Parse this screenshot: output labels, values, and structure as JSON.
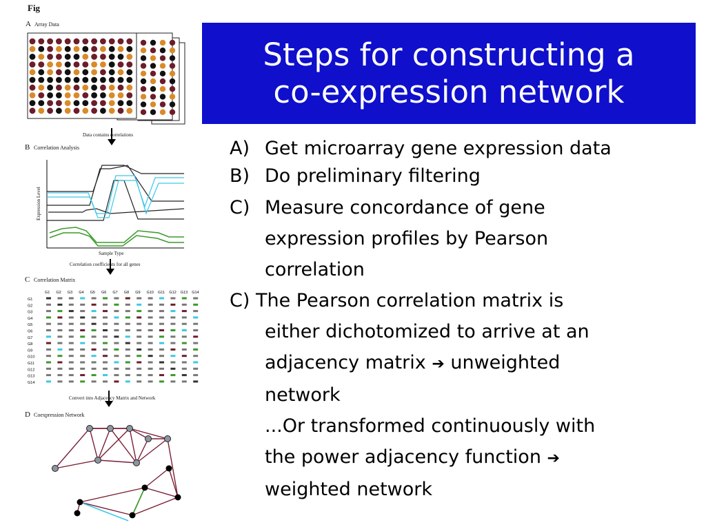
{
  "slide": {
    "title_lines": [
      "Steps for constructing a",
      "co-expression network"
    ],
    "bullets": [
      {
        "label": "A)",
        "lines": [
          "Get microarray gene expression data"
        ]
      },
      {
        "label": "B)",
        "lines": [
          "Do preliminary filtering"
        ]
      },
      {
        "label": "C)",
        "lines": [
          "Measure concordance of gene",
          "expression profiles by Pearson",
          "correlation"
        ]
      },
      {
        "label": "C)",
        "lines": [
          "The Pearson correlation matrix is",
          "either dichotomized to arrive at an",
          "adjacency matrix",
          "unweighted",
          "network",
          "...Or transformed continuously with",
          "the power adjacency function",
          "weighted network"
        ]
      }
    ],
    "arrow_glyph": "➔"
  },
  "figure": {
    "fig_label": "Fig",
    "panels": {
      "a_letter": "A",
      "a_title": "Array Data",
      "a_caption": "Data contains correlations",
      "b_letter": "B",
      "b_title": "Correlation Analysis",
      "b_ylabel": "Expression Level",
      "b_xlabel": "Sample Type",
      "b_caption": "Correlation coefficients for all genes",
      "c_letter": "C",
      "c_title": "Correlation Matrix",
      "c_caption": "Convert into Adjacency Matrix and Network",
      "d_letter": "D",
      "d_title": "Coexpression Network"
    },
    "matrix_headers": [
      "G1",
      "G2",
      "G3",
      "G4",
      "G5",
      "G6",
      "G7",
      "G8",
      "G9",
      "G10",
      "G11",
      "G12",
      "G13",
      "G14"
    ],
    "colors": {
      "title_bg": "#0f0fcc",
      "dark_red": "#6b1d2a",
      "orange": "#d98b2a",
      "cyan": "#3cc8e8",
      "green": "#3a9a2a",
      "node_gray": "#8c96a0"
    }
  }
}
